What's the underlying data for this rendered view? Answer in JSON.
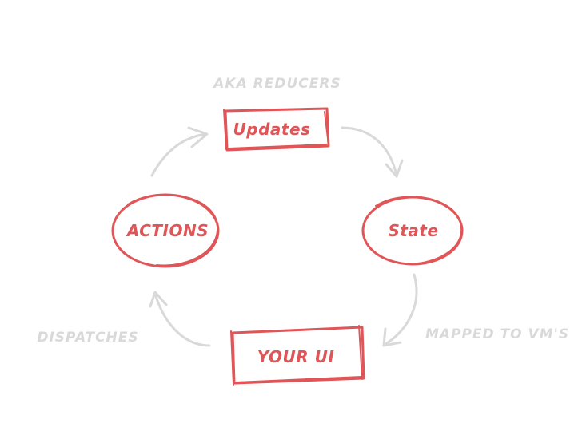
{
  "colors": {
    "accent": "#e05557",
    "muted": "#d9d9d9",
    "background": "#ffffff"
  },
  "nodes": {
    "updates": "Updates",
    "state": "State",
    "your_ui": "YOUR UI",
    "actions": "ACTIONS"
  },
  "annotations": {
    "updates_note": "AKA REDUCERS",
    "state_to_ui": "MAPPED TO VM'S",
    "ui_to_actions": "DISPATCHES"
  }
}
